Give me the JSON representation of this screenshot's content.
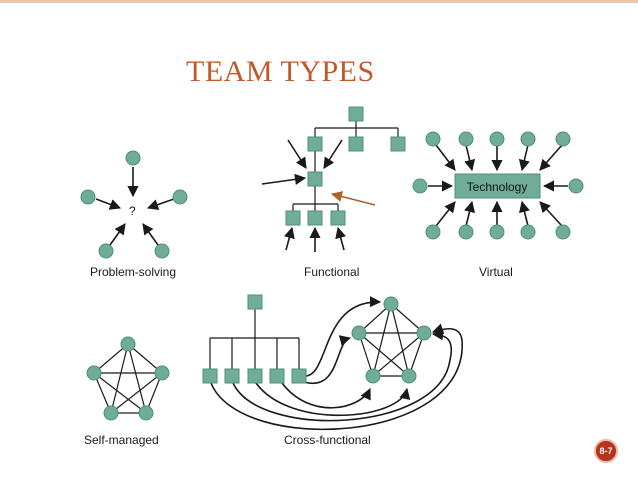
{
  "slide": {
    "title": "TEAM TYPES",
    "page_badge": "8-7"
  },
  "diagram": {
    "problem_solving": {
      "label": "Problem-solving",
      "center_mark": "?"
    },
    "functional": {
      "label": "Functional"
    },
    "virtual": {
      "label": "Virtual",
      "hub_label": "Technology"
    },
    "self_managed": {
      "label": "Self-managed"
    },
    "cross_functional": {
      "label": "Cross-functional"
    }
  },
  "colors": {
    "node": "#6fad98",
    "node_stroke": "#4f8f79",
    "title": "#c05a2a",
    "accent_arrow": "#a8662a",
    "badge": "#b8331c"
  }
}
